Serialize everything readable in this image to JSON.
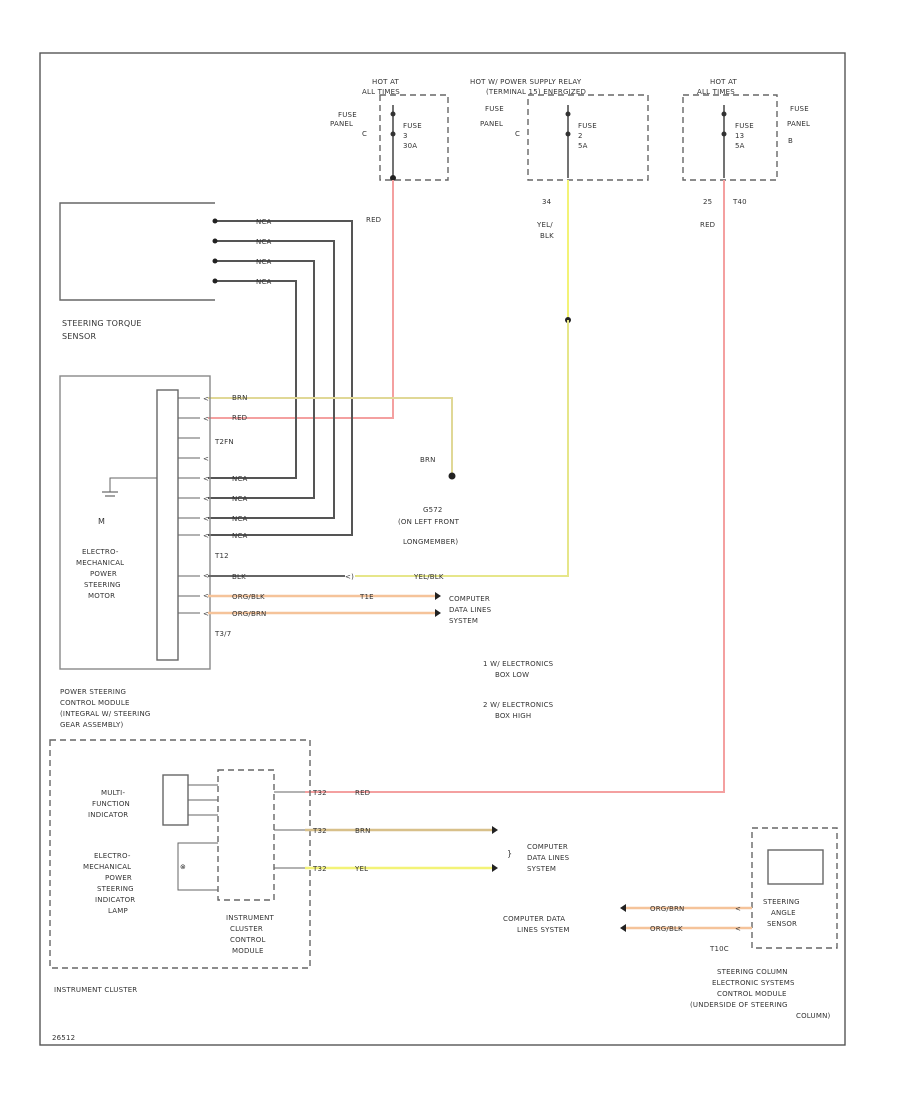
{
  "diagram": {
    "fuse_left": {
      "hot": [
        "HOT AT",
        "ALL TIMES"
      ],
      "panel": [
        "FUSE",
        "PANEL",
        "C"
      ],
      "fuse": [
        "FUSE",
        "3",
        "30A"
      ]
    },
    "fuse_mid": {
      "hot": [
        "HOT W/ POWER SUPPLY RELAY",
        "(TERMINAL 15) ENERGIZED"
      ],
      "panel": [
        "FUSE",
        "PANEL",
        "C"
      ],
      "fuse": [
        "FUSE",
        "2",
        "5A"
      ],
      "pin": "34",
      "wire": [
        "YEL/",
        "BLK"
      ]
    },
    "fuse_right": {
      "hot": [
        "HOT AT",
        "ALL TIMES"
      ],
      "panel": [
        "FUSE",
        "PANEL",
        "B"
      ],
      "fuse": [
        "FUSE",
        "13",
        "5A"
      ],
      "pin": "25",
      "connector": "T40",
      "wire": "RED"
    },
    "red_label": "RED",
    "torque_sensor": {
      "wire": "NCA",
      "label": [
        "STEERING TORQUE",
        "SENSOR"
      ]
    },
    "motor": {
      "label": [
        "ELECTRO-",
        "MECHANICAL",
        "POWER",
        "STEERING",
        "MOTOR"
      ],
      "conn_t2": "T2FN",
      "conn_t12": "T12",
      "conn_t37": "T3/7",
      "brn": "BRN",
      "red": "RED",
      "nca": "NCA",
      "blk": "BLK",
      "org_blk": "ORG/BLK",
      "org_brn": "ORG/BRN",
      "t1e": "T1E",
      "yel_blk": "YEL/BLK"
    },
    "ground": {
      "wire": "BRN",
      "label": [
        "G572",
        "(ON LEFT FRONT",
        "LONGMEMBER)"
      ]
    },
    "data_lines_1": [
      "COMPUTER",
      "DATA LINES",
      "SYSTEM"
    ],
    "notes": [
      [
        "1  W/ ELECTRONICS",
        "BOX LOW"
      ],
      [
        "2  W/ ELECTRONICS",
        "BOX HIGH"
      ]
    ],
    "psc_module": [
      "POWER STEERING",
      "CONTROL MODULE",
      "(INTEGRAL W/ STEERING",
      "GEAR ASSEMBLY)"
    ],
    "cluster": {
      "mfi": [
        "MULTI-",
        "FUNCTION",
        "INDICATOR"
      ],
      "ems_lamp": [
        "ELECTRO-",
        "MECHANICAL",
        "POWER",
        "STEERING",
        "INDICATOR",
        "LAMP"
      ],
      "ctrl": [
        "INSTRUMENT",
        "CLUSTER",
        "CONTROL",
        "MODULE"
      ],
      "label": "INSTRUMENT CLUSTER",
      "wire_red": "RED",
      "wire_brn": "BRN",
      "wire_yel": "YEL",
      "pin1": "T32",
      "pin2": "T32",
      "pin3": "T32"
    },
    "data_lines_2": [
      "COMPUTER",
      "DATA LINES",
      "SYSTEM"
    ],
    "data_lines_3": [
      "COMPUTER DATA",
      "LINES SYSTEM"
    ],
    "sas": {
      "label": [
        "STEERING",
        "ANGLE",
        "SENSOR"
      ],
      "conn": "T10C",
      "wire1": "ORG/BRN",
      "wire2": "ORG/BLK"
    },
    "scm": [
      "STEERING COLUMN",
      "ELECTRONIC SYSTEMS",
      "CONTROL MODULE",
      "(UNDERSIDE OF STEERING",
      "COLUMN)"
    ],
    "doc_id": "26512"
  }
}
